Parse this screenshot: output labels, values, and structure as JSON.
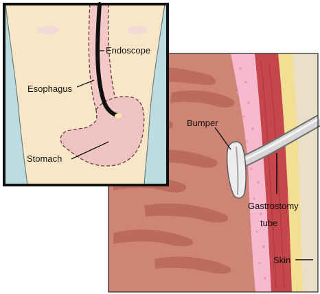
{
  "labels": {
    "endoscope": "Endoscope",
    "esophagus": "Esophagus",
    "stomach": "Stomach",
    "bumper": "Bumper",
    "gastrostomy_line1": "Gastrostomy",
    "gastrostomy_line2": "tube",
    "skin": "Skin"
  },
  "colors": {
    "body_skin": "#f8e7c6",
    "side_blue": "#bcdde0",
    "stomach_fill": "#eec4c3",
    "stomach_outline": "#6a3a3a",
    "esophagus_pink": "#f4c8c6",
    "endoscope": "#111111",
    "tissue_base": "#cf8575",
    "tissue_dark": "#b7675b",
    "mucosa_pink": "#f7b9d0",
    "muscle_red": "#c5474b",
    "fat_yellow": "#f3df93",
    "skin_outer": "#e9e0c7",
    "sky_blue": "#c6e0ee",
    "tube_gray": "#d6d6d6",
    "bumper_gray": "#ececec"
  }
}
